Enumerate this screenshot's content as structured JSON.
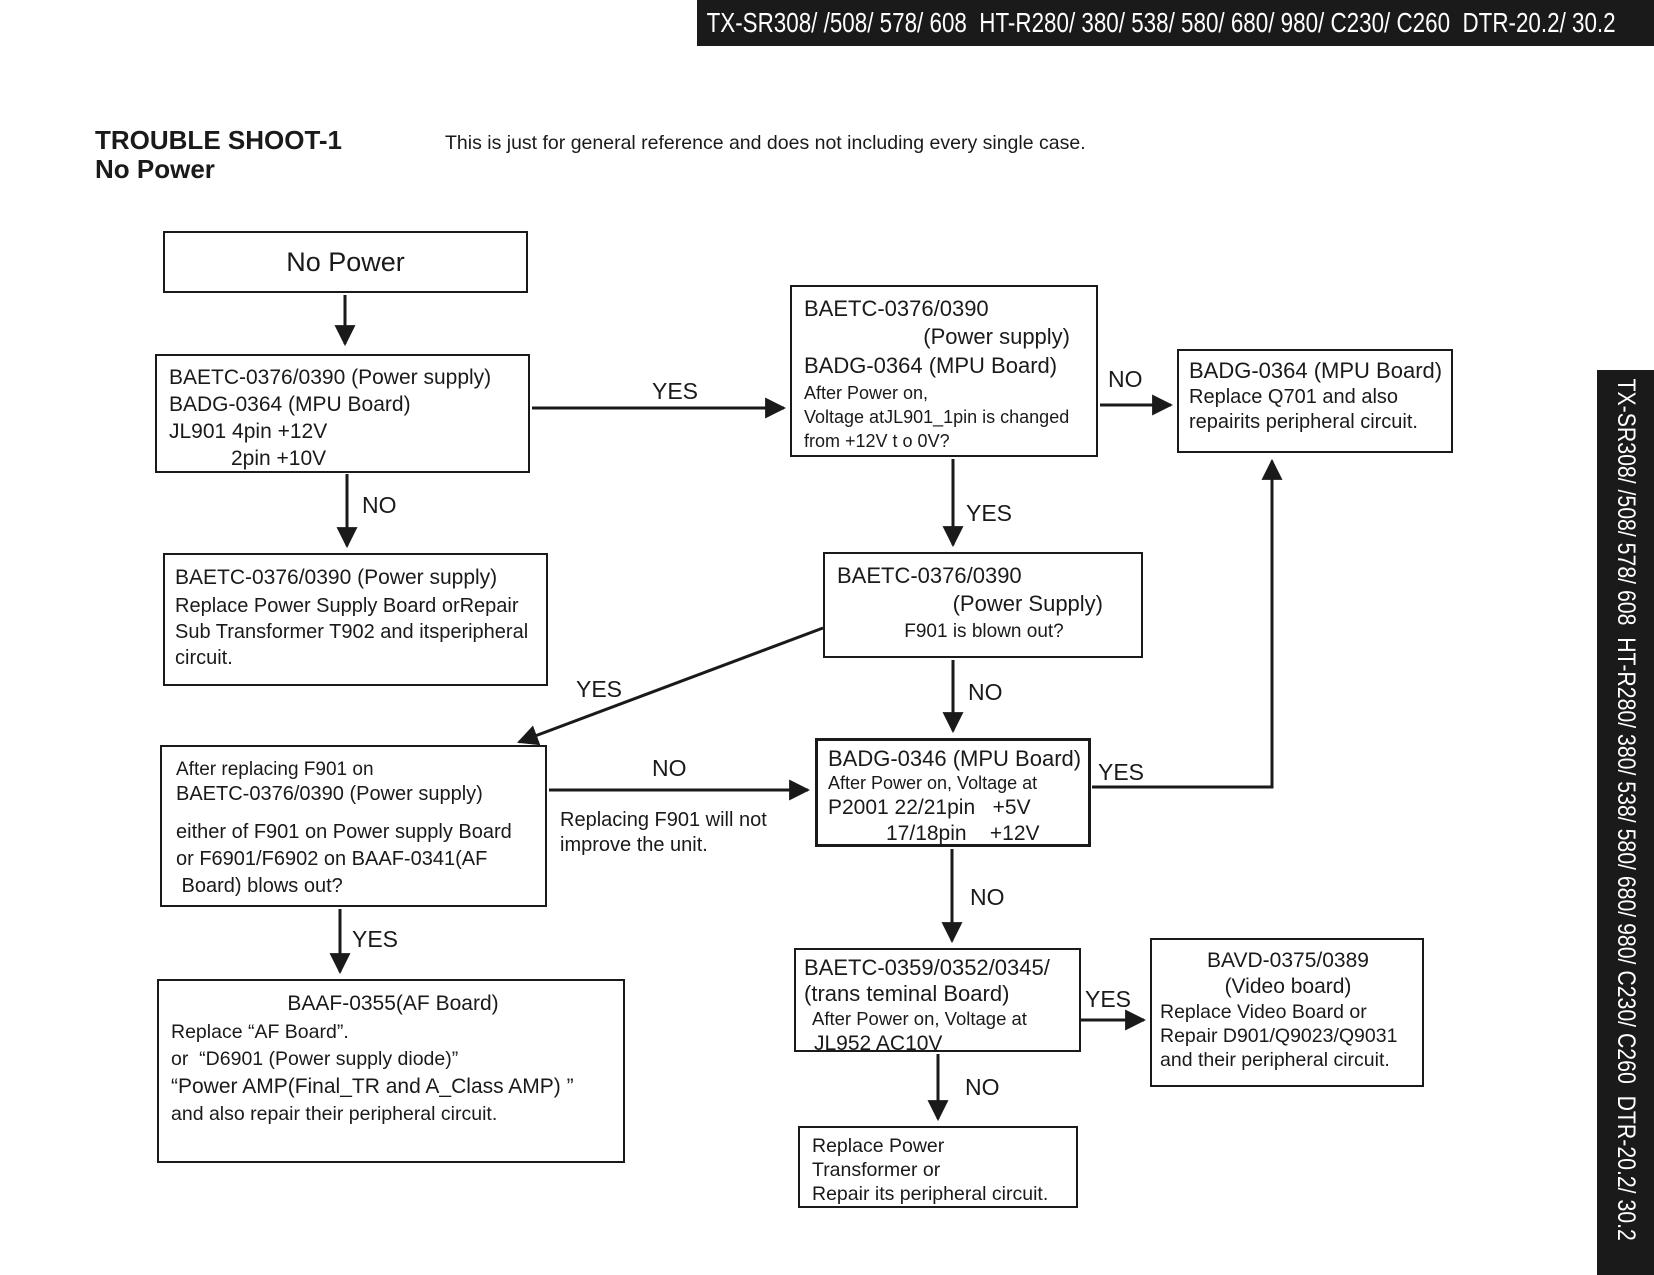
{
  "page": {
    "top_strip": "TX-SR308/ /508/ 578/ 608  HT-R280/ 380/ 538/ 580/ 680/ 980/ C230/ C260  DTR-20.2/ 30.2",
    "side_strip": "TX-SR308/ /508/ 578/ 608  HT-R280/ 380/ 538/ 580/ 680/ 980/ C230/ C260  DTR-20.2/ 30.2",
    "title_line1": "TROUBLE SHOOT-1",
    "title_line2": "No Power",
    "note": "This is just for general reference and does not including every single case."
  },
  "colors": {
    "strip_bg": "#1a1a1a",
    "strip_text": "#ffffff",
    "box_border": "#1a1a1a",
    "line": "#1a1a1a",
    "background": "#ffffff"
  },
  "flowchart": {
    "nodes": {
      "no_power": {
        "lines": [
          "No Power"
        ]
      },
      "check_jl901": {
        "lines": [
          "BAETC-0376/0390 (Power supply)",
          "BADG-0364 (MPU Board)",
          "JL901 4pin +12V",
          "2pin +10V"
        ]
      },
      "jl901_change": {
        "lines": [
          "BAETC-0376/0390",
          "(Power supply)",
          "BADG-0364 (MPU Board)",
          "After Power on,",
          "Voltage atJL901_1pin is changed",
          "from +12V t o 0V?"
        ]
      },
      "replace_q701": {
        "lines": [
          "BADG-0364 (MPU Board)",
          "Replace Q701 and also",
          "repairits peripheral circuit."
        ]
      },
      "replace_psu": {
        "lines": [
          "BAETC-0376/0390 (Power supply)",
          "Replace Power Supply Board orRepair",
          "Sub Transformer T902 and itsperipheral",
          "circuit."
        ]
      },
      "f901_blown": {
        "lines": [
          "BAETC-0376/0390",
          "(Power Supply)",
          "F901 is blown out?"
        ]
      },
      "after_f901": {
        "lines": [
          "After replacing F901 on",
          "BAETC-0376/0390 (Power supply)",
          "either of F901 on Power supply Board",
          "or F6901/F6902 on BAAF-0341(AF",
          " Board) blows out?"
        ]
      },
      "check_p2001": {
        "lines": [
          "BADG-0346 (MPU Board)",
          "After Power on, Voltage at",
          "P2001 22/21pin   +5V",
          "17/18pin    +12V"
        ]
      },
      "check_jl952": {
        "lines": [
          "BAETC-0359/0352/0345/",
          "(trans teminal Board)",
          "After Power on, Voltage at",
          "JL952 AC10V"
        ]
      },
      "replace_video": {
        "lines": [
          "BAVD-0375/0389",
          "(Video board)",
          "Replace Video Board or",
          "Repair D901/Q9023/Q9031",
          "and their peripheral circuit."
        ]
      },
      "replace_transformer": {
        "lines": [
          "Replace Power",
          "Transformer or",
          "Repair its peripheral circuit."
        ]
      },
      "replace_af": {
        "lines": [
          "BAAF-0355(AF Board)",
          "Replace “AF Board”.",
          "or  “D6901 (Power supply diode)”",
          "“Power AMP(Final_TR and A_Class AMP) ”",
          "and also repair their peripheral circuit."
        ]
      }
    },
    "edges": [
      {
        "from": "no_power",
        "to": "check_jl901",
        "label": ""
      },
      {
        "from": "check_jl901",
        "to": "jl901_change",
        "label": "YES"
      },
      {
        "from": "check_jl901",
        "to": "replace_psu",
        "label": "NO"
      },
      {
        "from": "jl901_change",
        "to": "replace_q701",
        "label": "NO"
      },
      {
        "from": "jl901_change",
        "to": "f901_blown",
        "label": "YES"
      },
      {
        "from": "f901_blown",
        "to": "check_p2001",
        "label": "NO"
      },
      {
        "from": "f901_blown",
        "to": "after_f901",
        "label": "YES"
      },
      {
        "from": "after_f901",
        "to": "check_p2001",
        "label": "NO"
      },
      {
        "from": "check_p2001",
        "to": "replace_q701",
        "label": "YES"
      },
      {
        "from": "check_p2001",
        "to": "check_jl952",
        "label": "NO"
      },
      {
        "from": "check_jl952",
        "to": "replace_video",
        "label": "YES"
      },
      {
        "from": "check_jl952",
        "to": "replace_transformer",
        "label": "NO"
      },
      {
        "from": "after_f901",
        "to": "replace_af",
        "label": "YES"
      }
    ],
    "caption": [
      "Replacing F901 will not",
      "improve the unit."
    ]
  }
}
